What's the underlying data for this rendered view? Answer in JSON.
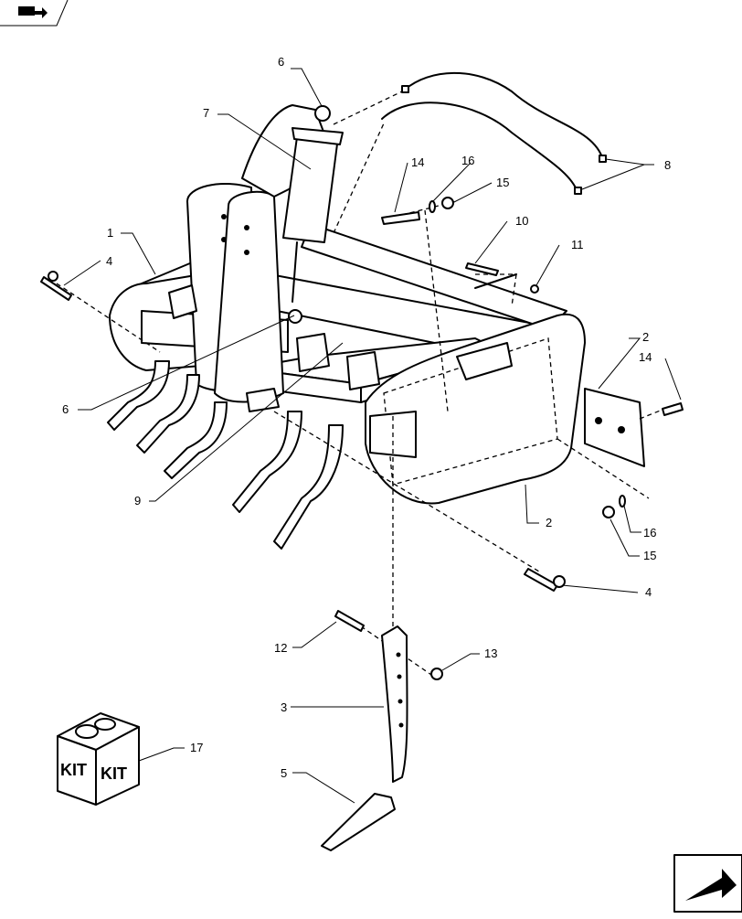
{
  "callouts": {
    "c1": "1",
    "c2a": "2",
    "c2b": "2",
    "c3": "3",
    "c4a": "4",
    "c4b": "4",
    "c5": "5",
    "c6a": "6",
    "c6b": "6",
    "c7": "7",
    "c8": "8",
    "c9": "9",
    "c10": "10",
    "c11": "11",
    "c12": "12",
    "c13": "13",
    "c14a": "14",
    "c14b": "14",
    "c15a": "15",
    "c15b": "15",
    "c16a": "16",
    "c16b": "16",
    "c17": "17"
  },
  "kit": {
    "label_left": "KIT",
    "label_right": "KIT"
  },
  "icons": {
    "top_left": "book-stack-icon",
    "bottom_right": "next-page-arrow-icon"
  }
}
